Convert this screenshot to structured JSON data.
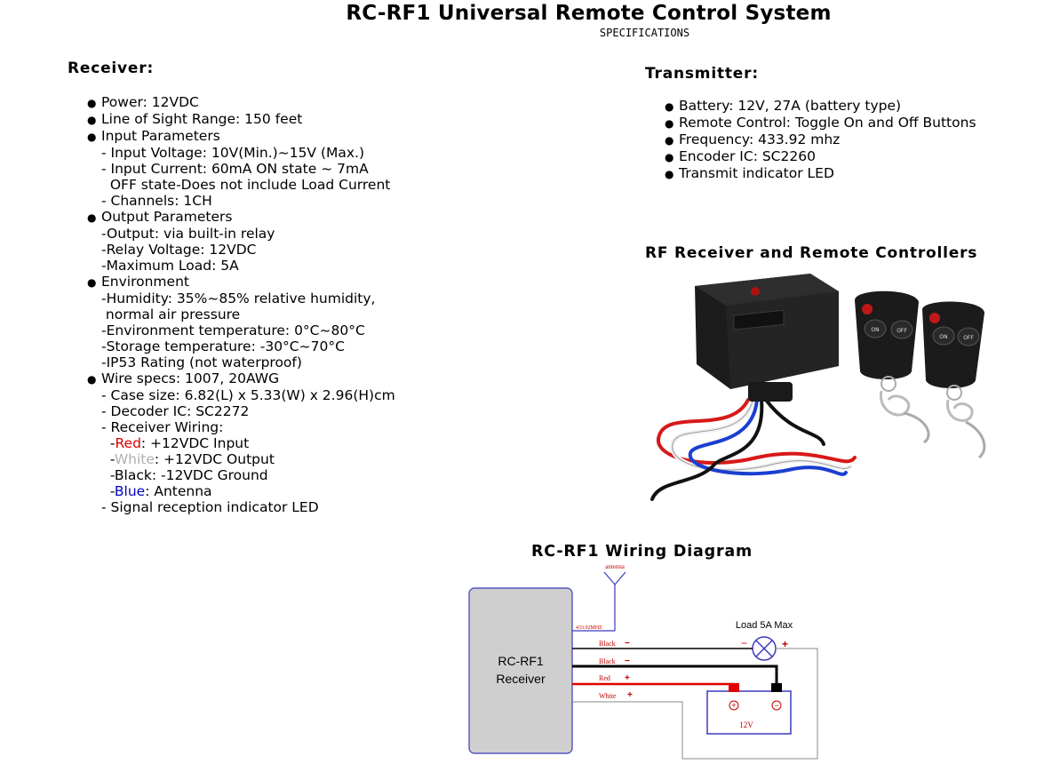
{
  "header": {
    "title": "RC-RF1 Universal Remote Control System",
    "subtitle": "SPECIFICATIONS"
  },
  "receiver": {
    "heading": "Receiver:",
    "items": [
      {
        "text": "Power: 12VDC",
        "subs": []
      },
      {
        "text": "Line of Sight Range: 150 feet",
        "subs": []
      },
      {
        "text": "Input Parameters",
        "subs": [
          "- Input Voltage: 10V(Min.)~15V (Max.)",
          "- Input Current: 60mA ON state ~ 7mA",
          "  OFF state-Does not include Load Current",
          "- Channels: 1CH"
        ]
      },
      {
        "text": "Output Parameters",
        "subs": [
          "-Output: via built-in relay",
          "-Relay Voltage: 12VDC",
          "-Maximum Load: 5A"
        ]
      },
      {
        "text": "Environment",
        "subs": [
          "-Humidity: 35%~85% relative humidity,",
          " normal air pressure",
          "-Environment temperature: 0°C~80°C",
          "-Storage temperature: -30°C~70°C",
          "-IP53 Rating (not waterproof)"
        ]
      },
      {
        "text": "Wire specs: 1007, 20AWG",
        "subs": [
          "- Case size: 6.82(L) x 5.33(W) x 2.96(H)cm",
          "- Decoder IC: SC2272",
          "- Receiver Wiring:"
        ]
      }
    ],
    "wiring": [
      {
        "prefix": "  -",
        "color_name": "Red",
        "rest": ": +12VDC Input",
        "color": "#e00000"
      },
      {
        "prefix": "  -",
        "color_name": "White",
        "rest": ": +12VDC Output",
        "color": "#b0b0b0"
      },
      {
        "prefix": "  -",
        "color_name": "Black",
        "rest": ": -12VDC Ground",
        "color": "#000000"
      },
      {
        "prefix": "  -",
        "color_name": "Blue",
        "rest": ": Antenna",
        "color": "#0000c0"
      }
    ],
    "last_sub": "- Signal reception indicator LED"
  },
  "transmitter": {
    "heading": "Transmitter:",
    "items": [
      "Battery: 12V, 27A (battery type)",
      "Remote Control: Toggle On and Off Buttons",
      "Frequency: 433.92 mhz",
      "Encoder IC: SC2260",
      "Transmit indicator LED"
    ]
  },
  "photo": {
    "heading": "RF Receiver and Remote Controllers",
    "button_on": "ON",
    "button_off": "OFF"
  },
  "diagram": {
    "heading": "RC-RF1 Wiring Diagram",
    "antenna_label": "antenna",
    "freq_label": "433.92MHZ",
    "box_label_line1": "RC-RF1",
    "box_label_line2": "Receiver",
    "load_label": "Load 5A Max",
    "wire1": "Black",
    "wire2": "Black",
    "wire3": "Red",
    "wire4": "White",
    "battery_label": "12V",
    "minus": "−",
    "plus": "+"
  }
}
